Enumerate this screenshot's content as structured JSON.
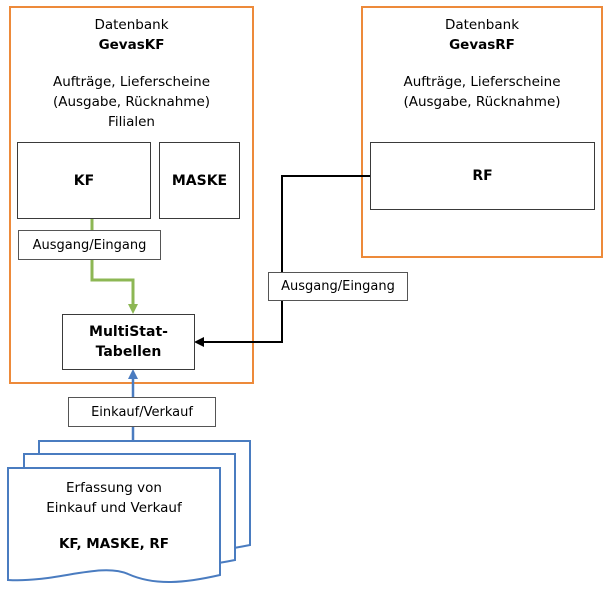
{
  "colors": {
    "db_border": "#ED8A3A",
    "green_arrow": "#8DB754",
    "blue_arrow": "#4A7CC0",
    "black_arrow": "#000000",
    "doc_border": "#4A7CC0"
  },
  "db_kf": {
    "label": "Datenbank",
    "name": "GevasKF",
    "desc1": "Aufträge, Lieferscheine",
    "desc2": "(Ausgabe, Rücknahme)",
    "desc3": "Filialen"
  },
  "db_rf": {
    "label": "Datenbank",
    "name": "GevasRF",
    "desc1": "Aufträge, Lieferscheine",
    "desc2": "(Ausgabe, Rücknahme)"
  },
  "boxes": {
    "kf": "KF",
    "maske": "MASKE",
    "rf": "RF",
    "multistat_line1": "MultiStat-",
    "multistat_line2": "Tabellen"
  },
  "labels": {
    "ausgang_kf": "Ausgang/Eingang",
    "ausgang_rf": "Ausgang/Eingang",
    "einkauf": "Einkauf/Verkauf"
  },
  "document": {
    "line1": "Erfassung von",
    "line2": "Einkauf und Verkauf",
    "line3": "KF, MASKE, RF"
  }
}
